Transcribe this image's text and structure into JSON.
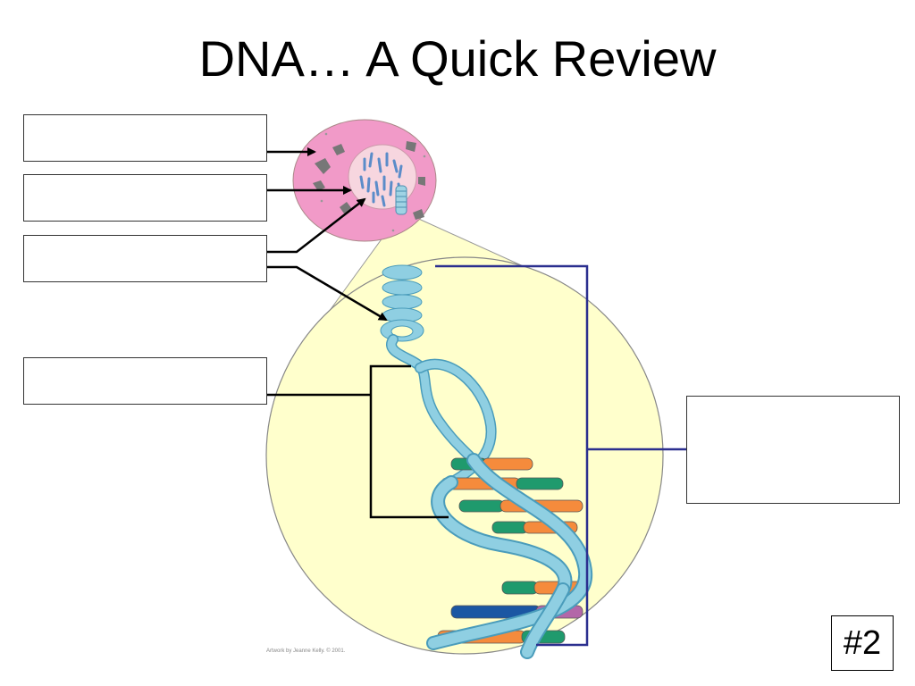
{
  "title": "DNA… A Quick Review",
  "slide_number": "#2",
  "credit": "Artwork by Jeanne Kelly. © 2001.",
  "colors": {
    "cell": "#f19ac8",
    "nucleus": "#f7d6df",
    "zoom": "#ffffcc",
    "backbone": "#7ec8dd",
    "base_green": "#1f9a6d",
    "base_orange": "#f58b3c",
    "base_blue": "#1b57a3",
    "base_purple": "#b367a8",
    "bracket": "#2b2f8f"
  }
}
